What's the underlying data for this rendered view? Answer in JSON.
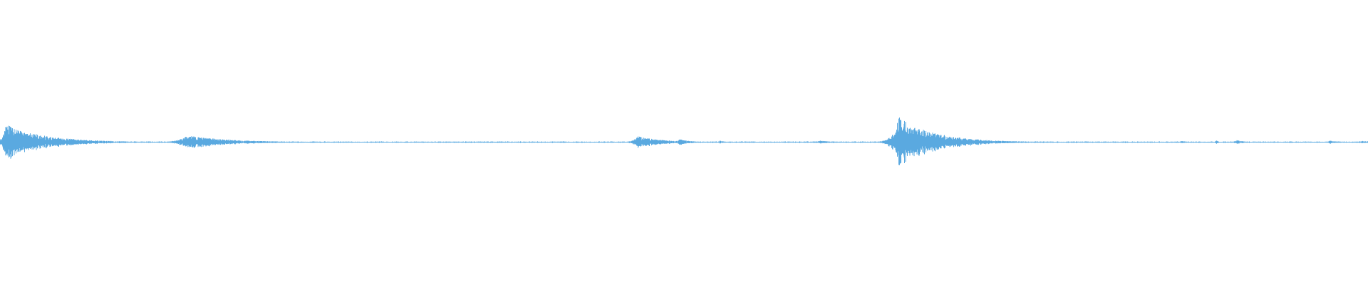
{
  "waveform": {
    "color": "#5aa9e0",
    "baseline_amplitude": 0.02,
    "events": [
      {
        "position": 0.004,
        "peak": 0.42,
        "decay": 0.028,
        "rise": 0.002
      },
      {
        "position": 0.137,
        "peak": 0.16,
        "decay": 0.03,
        "rise": 0.006
      },
      {
        "position": 0.466,
        "peak": 0.14,
        "decay": 0.018,
        "rise": 0.003
      },
      {
        "position": 0.497,
        "peak": 0.07,
        "decay": 0.008,
        "rise": 0.002
      },
      {
        "position": 0.526,
        "peak": 0.04,
        "decay": 0.004,
        "rise": 0.001
      },
      {
        "position": 0.6,
        "peak": 0.035,
        "decay": 0.01,
        "rise": 0.004
      },
      {
        "position": 0.657,
        "peak": 0.6,
        "decay": 0.026,
        "rise": 0.004
      },
      {
        "position": 0.864,
        "peak": 0.03,
        "decay": 0.004,
        "rise": 0.002
      },
      {
        "position": 0.889,
        "peak": 0.04,
        "decay": 0.003,
        "rise": 0.001
      },
      {
        "position": 0.904,
        "peak": 0.045,
        "decay": 0.006,
        "rise": 0.002
      },
      {
        "position": 0.972,
        "peak": 0.035,
        "decay": 0.008,
        "rise": 0.002
      },
      {
        "position": 0.996,
        "peak": 0.03,
        "decay": 0.01,
        "rise": 0.004
      }
    ]
  }
}
